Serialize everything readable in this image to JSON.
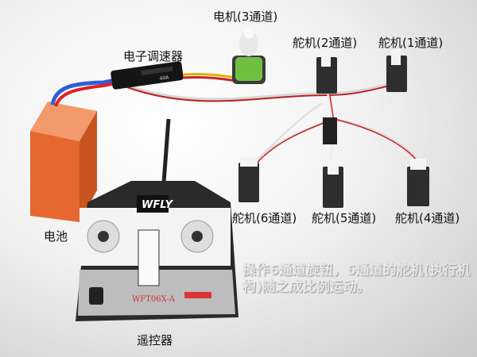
{
  "labels": {
    "motor": "电机(3通道)",
    "servo2": "舵机(2通道)",
    "servo1": "舵机(1通道)",
    "esc": "电子调速器",
    "servo6": "舵机(6通道)",
    "servo5": "舵机(5通道)",
    "servo4": "舵机(4通道)",
    "battery": "电池",
    "transmitter": "遥控器"
  },
  "transmitter": {
    "brand": "WFLY",
    "model": "WFT06X-A"
  },
  "esc_rating": "40A",
  "note": "操作6通道旋钮，6通道的舵机(执行机构)随之成比例运动。"
}
